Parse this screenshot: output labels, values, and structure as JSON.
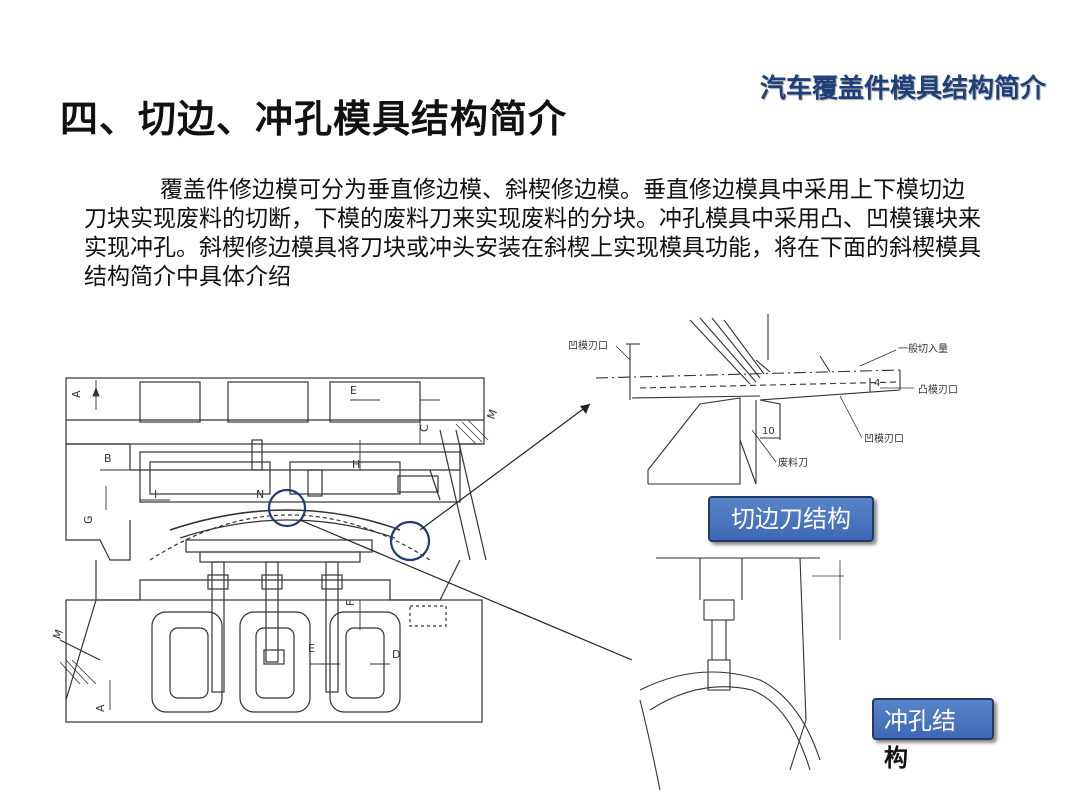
{
  "header": {
    "subtitle": "汽车覆盖件模具结构简介"
  },
  "slide": {
    "title": "四、切边、冲孔模具结构简介",
    "paragraph": "覆盖件修边模可分为垂直修边模、斜楔修边模。垂直修边模具中采用上下模切边刀块实现废料的切断，下模的废料刀来实现废料的分块。冲孔模具中采用凸、凹模镶块来实现冲孔。斜楔修边模具将刀块或冲头安装在斜楔上实现模具功能，将在下面的斜楔模具结构简介中具体介绍"
  },
  "trim_diagram": {
    "labels": {
      "upper_die_edge": "凹模刃口",
      "cut_in_amount": "一般切入量",
      "punch_edge": "凸模刃口",
      "lower_die_edge": "凹模刃口",
      "scrap_cutter": "废料刀",
      "dim_10": "10",
      "dim_4": "4"
    },
    "caption": "切边刀结构"
  },
  "pierce_diagram": {
    "caption_line1": "冲孔结",
    "caption_line2": "构"
  },
  "main_drawing": {
    "labels": {
      "a": "A",
      "b": "B",
      "e": "E",
      "g": "G",
      "h": "H",
      "i": "I",
      "n": "N",
      "c": "C",
      "m": "M",
      "f": "F",
      "d": "D"
    }
  },
  "colors": {
    "accent": "#1f3f7a",
    "box_fill": "#4a74bc",
    "circle": "#203a7a"
  }
}
